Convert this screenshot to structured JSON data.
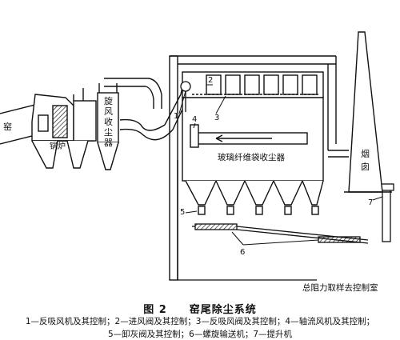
{
  "labels": {
    "kiln": "窑",
    "boiler": "锅炉",
    "cyclone": "旋风收尘器",
    "chimney": "烟囱",
    "bag_filter": "玻璃纤维袋收尘器",
    "sampling_room": "总阻力取样去控制室",
    "n1": "1",
    "n2": "2",
    "n3": "3",
    "n4": "4",
    "n5": "5",
    "n6": "6",
    "n7": "7"
  },
  "caption": {
    "figure": "图  2",
    "title": "窑尾除尘系统",
    "legend_line1": "1—反吸风机及其控制；2—进风阀及其控制；3—反吸风阀及其控制；4—轴流风机及其控制；",
    "legend_line2": "5—卸灰阀及其控制；6—螺旋输送机；7—提升机"
  }
}
